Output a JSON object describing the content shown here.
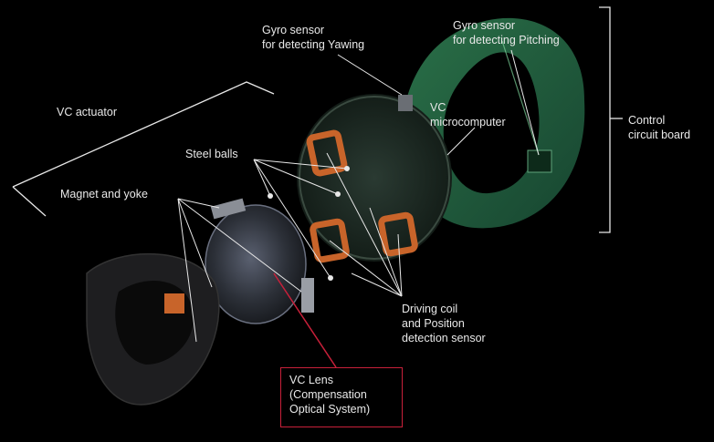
{
  "labels": {
    "gyro_yaw": [
      "Gyro sensor",
      "for detecting Yawing"
    ],
    "gyro_pitch": [
      "Gyro sensor",
      "for detecting Pitching"
    ],
    "vc_actuator": "VC actuator",
    "vc_microcomputer": [
      "VC",
      "microcomputer"
    ],
    "control_board": [
      "Control",
      "circuit board"
    ],
    "steel_balls": "Steel balls",
    "magnet_yoke": "Magnet and yoke",
    "driving_coil": [
      "Driving coil",
      "and Position",
      "detection sensor"
    ],
    "vc_lens": [
      "VC Lens",
      "(Compensation",
      "Optical System)"
    ]
  },
  "colors": {
    "background": "#000000",
    "text": "#e8e8e8",
    "highlight_box": "#c8203a",
    "board_green": "#1f5a3a",
    "coil_orange": "#c8642a"
  }
}
